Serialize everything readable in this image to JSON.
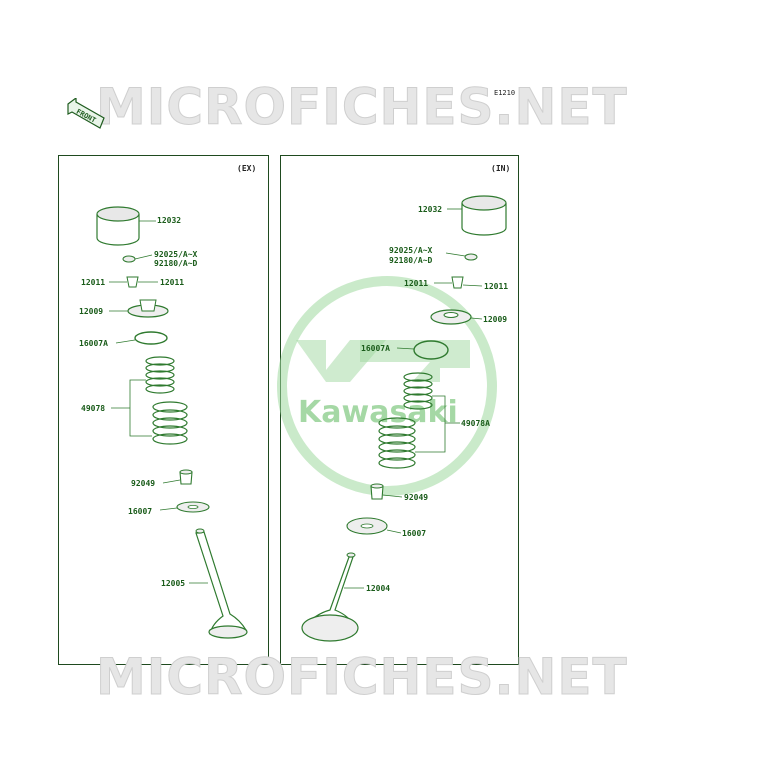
{
  "watermark": {
    "text": "MICROFICHES.NET"
  },
  "logo": {
    "text": "Kawasaki"
  },
  "figure_ref": "E1210",
  "front_badge": "FRONT",
  "sections": {
    "ex": "(EX)",
    "in": "(IN)"
  },
  "colors": {
    "part_line": "#2f7a2f",
    "part_fill": "#ffffff",
    "shading": "#d6d6d6",
    "label": "#1a5c1a",
    "logo": "#8fcf8f"
  },
  "exhaust_labels": {
    "tappet": "12032",
    "shim_1": "92025/A~X",
    "shim_2": "92180/A~D",
    "cotter_left": "12011",
    "cotter_right": "12011",
    "retainer": "12009",
    "seat": "16007A",
    "spring": "49078",
    "oil_seal": "92049",
    "spring_seat": "16007",
    "valve": "12005"
  },
  "intake_labels": {
    "tappet": "12032",
    "shim_1": "92025/A~X",
    "shim_2": "92180/A~D",
    "cotter_left": "12011",
    "cotter_right": "12011",
    "retainer": "12009",
    "seat": "16007A",
    "spring": "49078A",
    "oil_seal": "92049",
    "spring_seat": "16007",
    "valve": "12004"
  }
}
